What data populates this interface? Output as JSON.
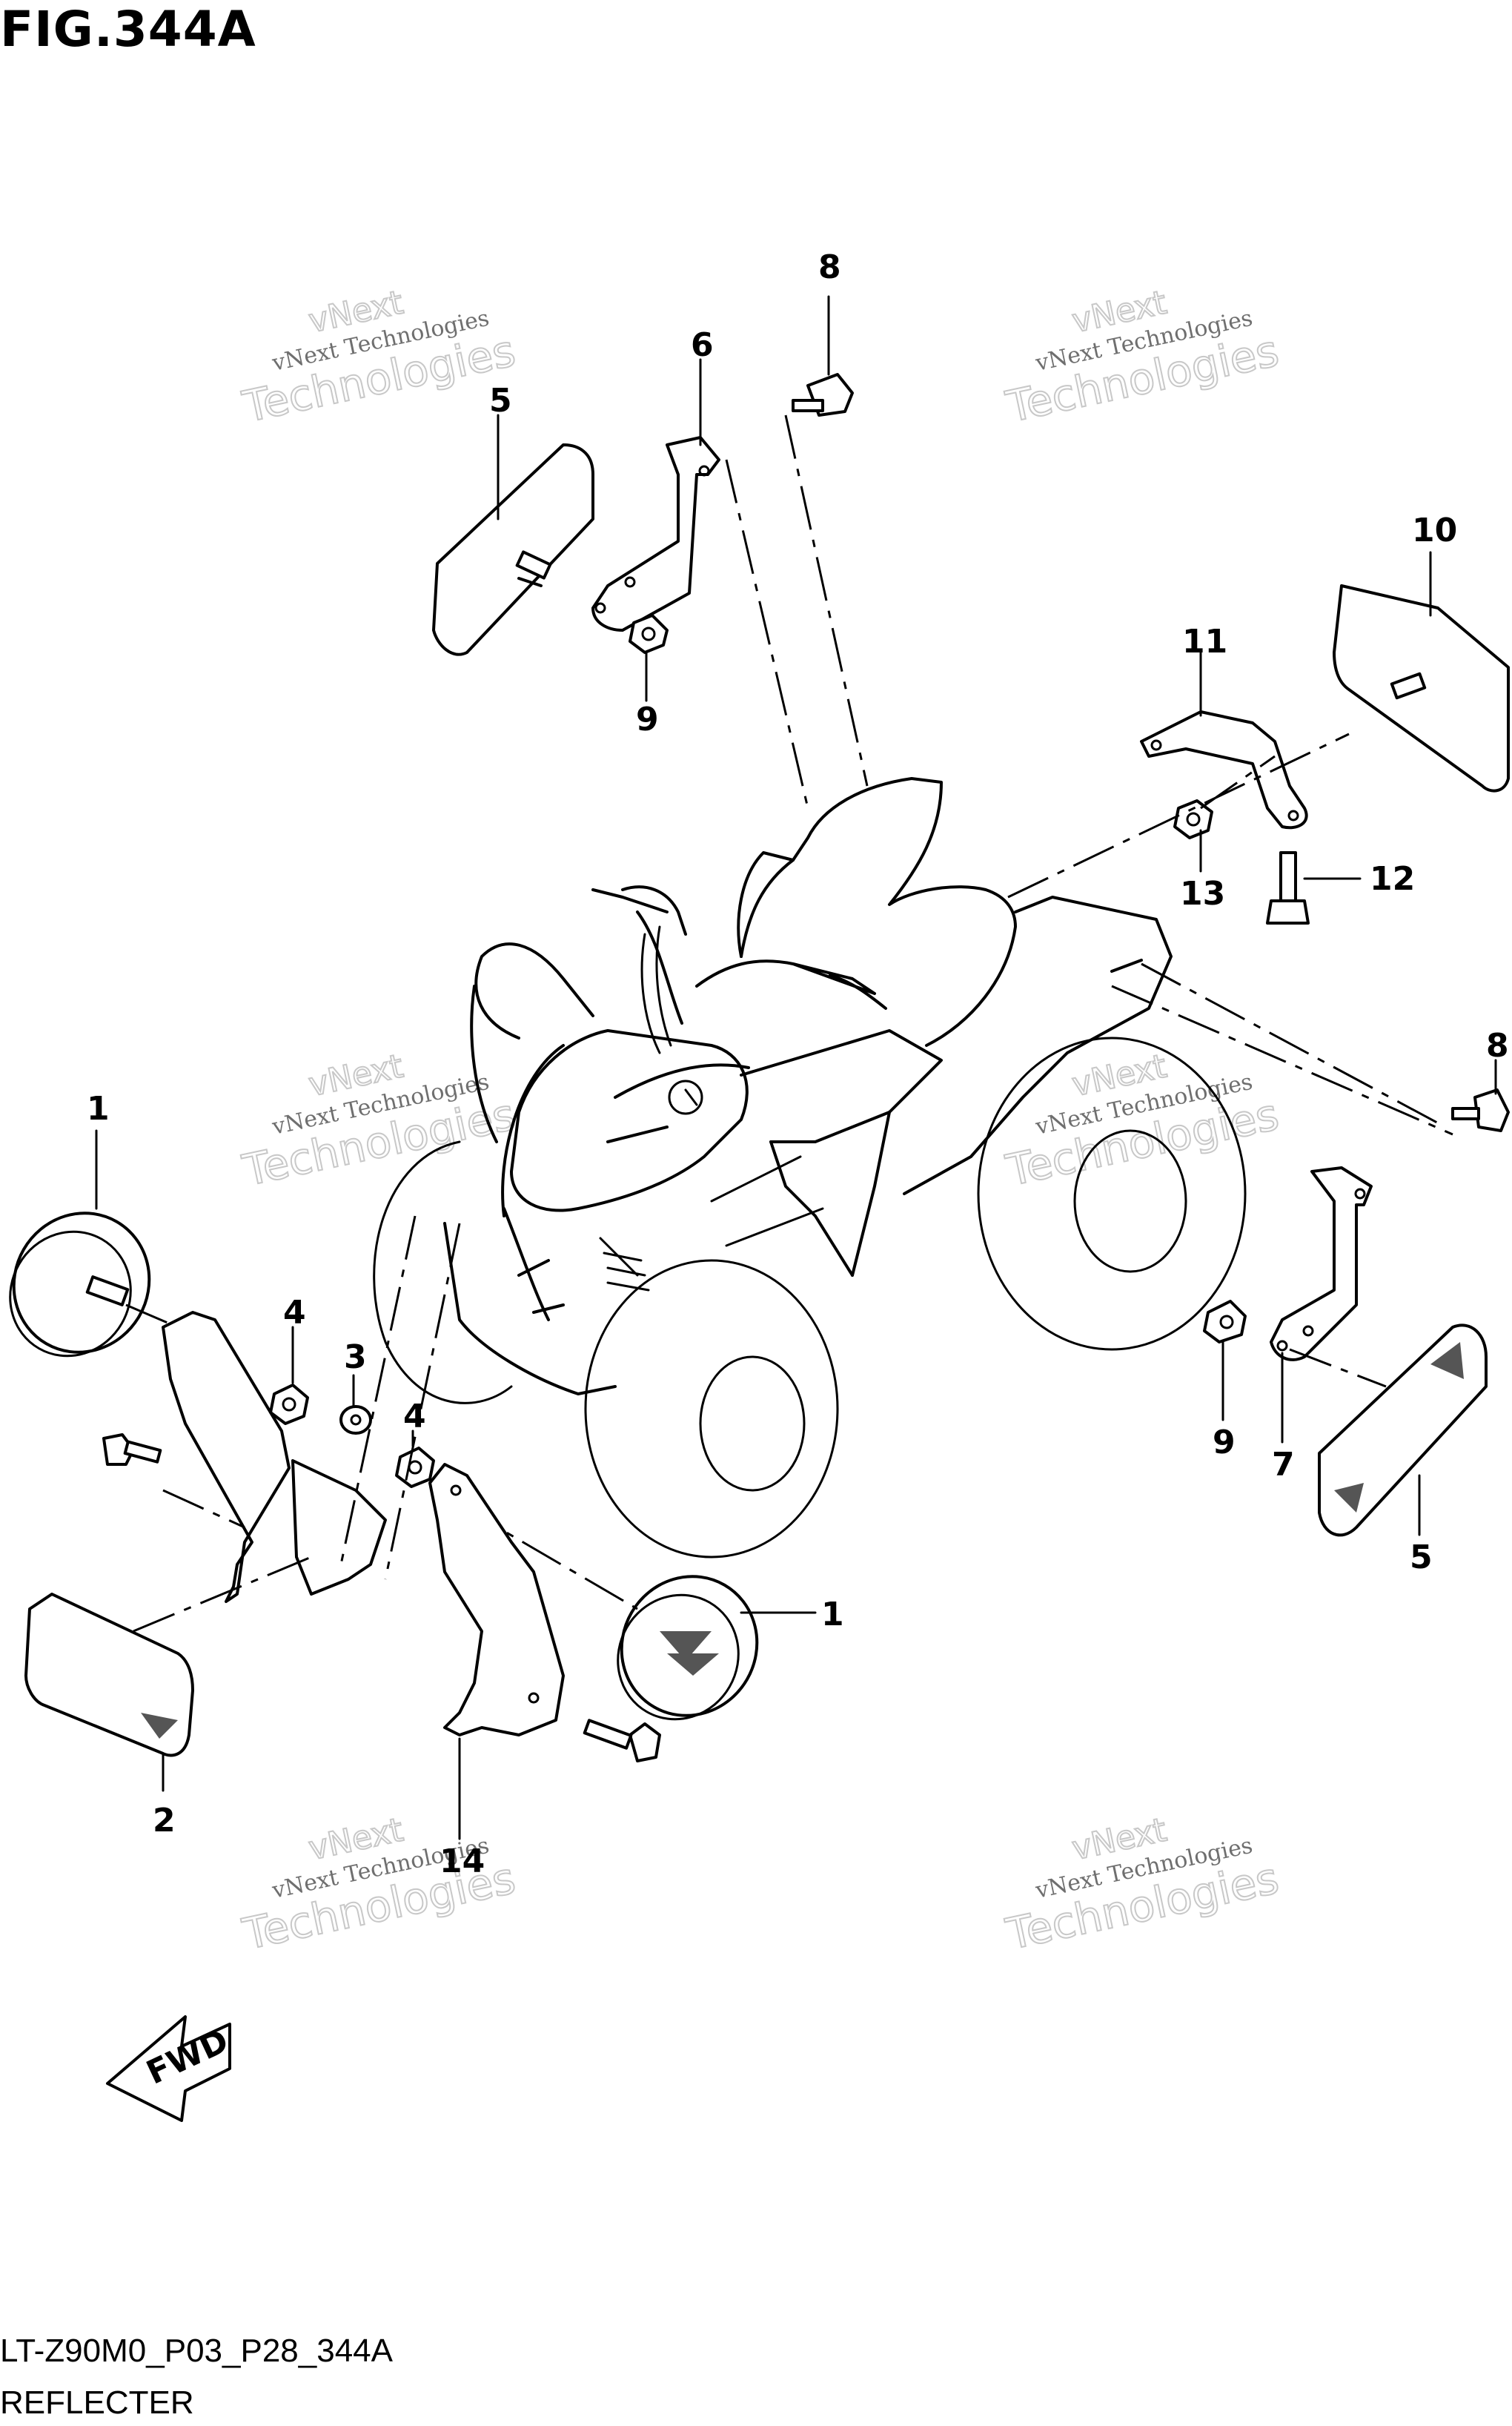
{
  "figure": {
    "title": "FIG.344A",
    "code": "LT-Z90M0_P03_P28_344A",
    "name": "REFLECTER",
    "direction_label": "FWD"
  },
  "watermark": {
    "line1": "vNext Technologies",
    "line2": "Technologies",
    "line3": "vNext"
  },
  "callouts": {
    "c1a": "1",
    "c1b": "1",
    "c2": "2",
    "c3": "3",
    "c4a": "4",
    "c4b": "4",
    "c5a": "5",
    "c5b": "5",
    "c6": "6",
    "c7": "7",
    "c8a": "8",
    "c8b": "8",
    "c9a": "9",
    "c9b": "9",
    "c10": "10",
    "c11": "11",
    "c12": "12",
    "c13": "13",
    "c14": "14"
  },
  "colors": {
    "line": "#000000",
    "background": "#ffffff",
    "watermark": "#c8c8c8"
  }
}
